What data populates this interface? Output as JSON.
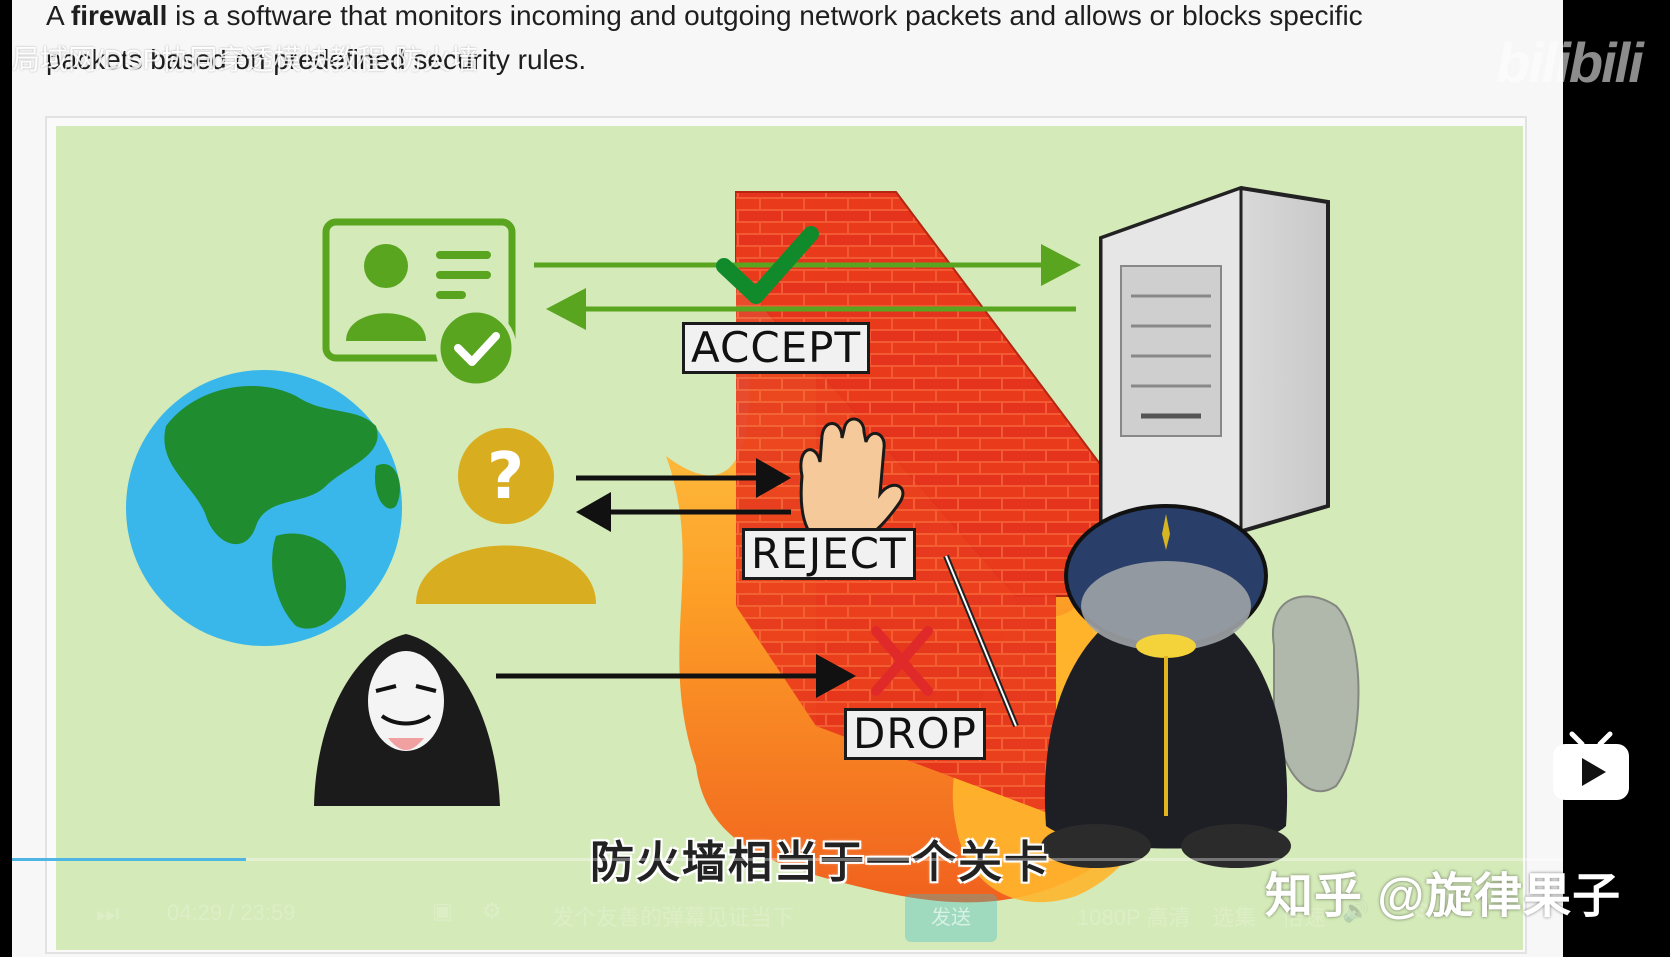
{
  "description": {
    "prefix": "A ",
    "bold": "firewall",
    "rest": " is a software that monitors incoming and outgoing network packets and allows or blocks specific packets based on predefined security rules."
  },
  "video_title": "局域网/DSP协同穿透模块教程-防火墙",
  "labels": {
    "accept": "ACCEPT",
    "reject": "REJECT",
    "drop": "DROP"
  },
  "subtitle": "防火墙相当于一个关卡",
  "player": {
    "time": "04:29 / 23:59",
    "danmaku_placeholder": "发个友善的弹幕见证当下",
    "send": "发送",
    "quality": "1080P 高清",
    "select": "选集",
    "speed": "倍速"
  },
  "watermark": "知乎 @旋律果子",
  "brand": "bilibili",
  "progress_fraction": 0.15,
  "colors": {
    "illustration_bg": "#d4eab8",
    "accept_green": "#5aa51f",
    "brick_red": "#e5331d",
    "progress_blue": "#4fb6e3"
  }
}
